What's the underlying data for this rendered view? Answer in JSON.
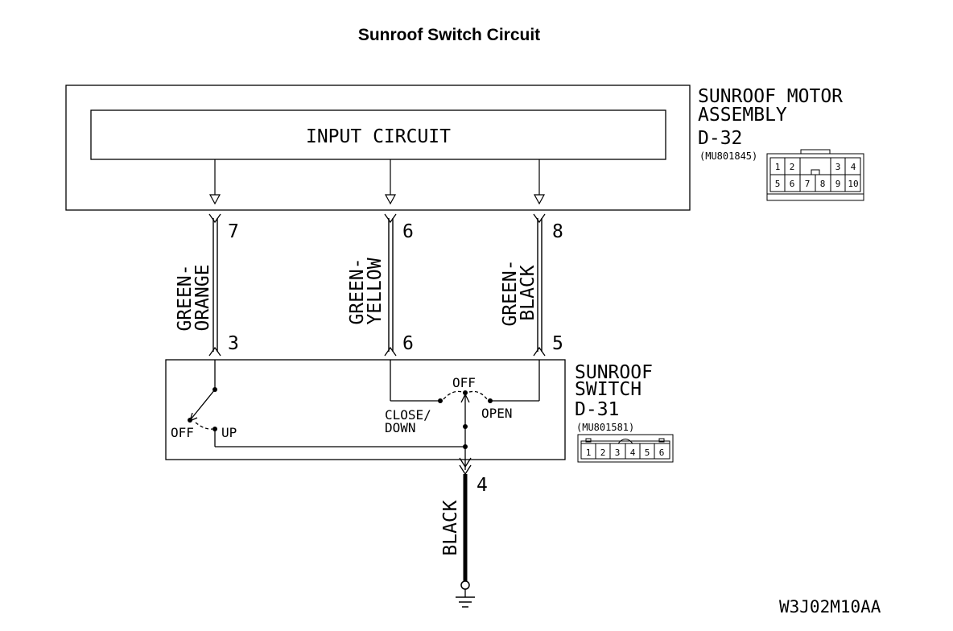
{
  "title": "Sunroof Switch Circuit",
  "motor_assembly": {
    "name_line1": "SUNROOF MOTOR",
    "name_line2": "ASSEMBLY",
    "connector_id": "D-32",
    "part_number": "(MU801845)",
    "input_circuit_label": "INPUT CIRCUIT",
    "connector_pins_top": [
      "1",
      "2",
      "3",
      "4"
    ],
    "connector_pins_bottom": [
      "5",
      "6",
      "7",
      "8",
      "9",
      "10"
    ]
  },
  "wires": [
    {
      "color_line1": "GREEN-",
      "color_line2": "ORANGE",
      "motor_pin": "7",
      "switch_pin": "3"
    },
    {
      "color_line1": "GREEN-",
      "color_line2": "YELLOW",
      "motor_pin": "6",
      "switch_pin": "6"
    },
    {
      "color_line1": "GREEN-",
      "color_line2": "BLACK",
      "motor_pin": "8",
      "switch_pin": "5"
    }
  ],
  "sunroof_switch": {
    "name_line1": "SUNROOF",
    "name_line2": "SWITCH",
    "connector_id": "D-31",
    "part_number": "(MU801581)",
    "connector_pins": [
      "1",
      "2",
      "3",
      "4",
      "5",
      "6"
    ],
    "tilt_switch": {
      "off_label": "OFF",
      "up_label": "UP"
    },
    "slide_switch": {
      "off_label": "OFF",
      "close_label": "CLOSE/",
      "down_label": "DOWN",
      "open_label": "OPEN"
    }
  },
  "ground_wire": {
    "color": "BLACK",
    "pin": "4"
  },
  "diagram_code": "W3J02M10AA"
}
